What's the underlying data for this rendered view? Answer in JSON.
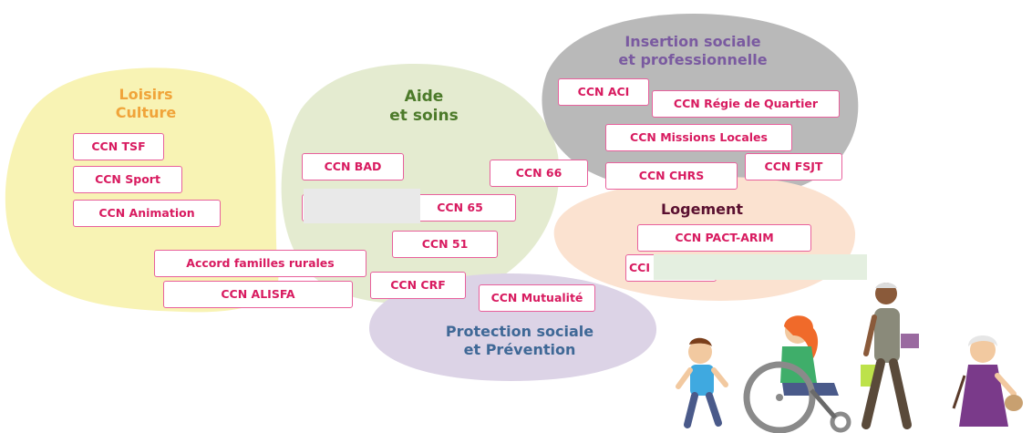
{
  "colors": {
    "loisirs_bg": "#f8f3b4",
    "aide_bg": "#e4ebd0",
    "insertion_bg": "#b9b9b9",
    "logement_bg": "#fbe2d0",
    "protection_bg": "#dcd3e6",
    "loisirs_title": "#f0a43a",
    "aide_title": "#4c7a2a",
    "insertion_title": "#7a5aa0",
    "logement_title": "#5a1030",
    "protection_title": "#3f6896",
    "tag_border": "#e8609c",
    "tag_text": "#d81b60"
  },
  "groups": {
    "loisirs": {
      "title_line1": "Loisirs",
      "title_line2": "Culture"
    },
    "aide": {
      "title_line1": "Aide",
      "title_line2": "et soins"
    },
    "insertion": {
      "title_line1": "Insertion sociale",
      "title_line2": "et professionnelle"
    },
    "logement": {
      "title": "Logement"
    },
    "protection": {
      "title_line1": "Protection sociale",
      "title_line2": "et Prévention"
    }
  },
  "tags": {
    "tsf": "CCN TSF",
    "sport": "CCN Sport",
    "animation": "CCN Animation",
    "familles_rurales": "Accord familles rurales",
    "alisfa": "CCN ALISFA",
    "bad": "CCN BAD",
    "ccn66": "CCN 66",
    "ccn65": "CCN 65",
    "ccn51": "CCN 51",
    "crf": "CCN CRF",
    "mutualite": "CCN Mutualité",
    "aci": "CCN ACI",
    "regie": "CCN Régie de Quartier",
    "missions": "CCN Missions Locales",
    "chrs": "CCN CHRS",
    "fsjt": "CCN FSJT",
    "pact": "CCN PACT-ARIM",
    "truncated": "CCI"
  },
  "illustration": {
    "icon": "people-walking-icon"
  }
}
